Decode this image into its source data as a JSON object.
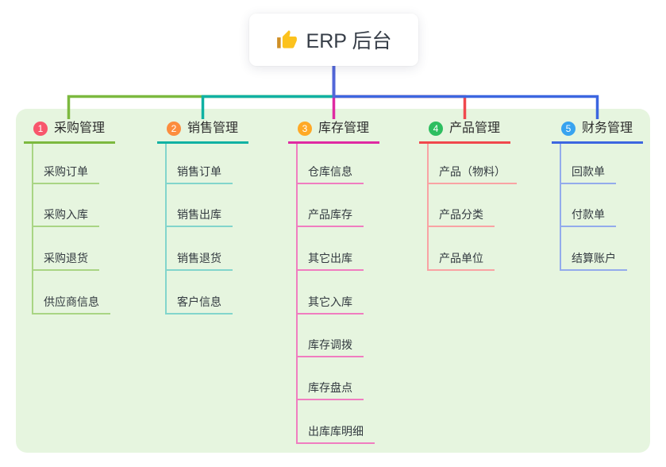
{
  "root": {
    "label": "ERP 后台",
    "icon": "thumbs-up"
  },
  "colors": {
    "canvas": "#FFFFFF",
    "panel": "#E6F5DF",
    "root_connector": "#5267D9"
  },
  "branches": [
    {
      "index": "1",
      "label": "采购管理",
      "badge_color": "#F8566C",
      "line_color": "#7CB93F",
      "child_line_color": "#A9D584",
      "children": [
        "采购订单",
        "采购入库",
        "采购退货",
        "供应商信息"
      ]
    },
    {
      "index": "2",
      "label": "销售管理",
      "badge_color": "#FC8D3E",
      "line_color": "#10B1A3",
      "child_line_color": "#82D5CC",
      "children": [
        "销售订单",
        "销售出库",
        "销售退货",
        "客户信息"
      ]
    },
    {
      "index": "3",
      "label": "库存管理",
      "badge_color": "#FFA926",
      "line_color": "#DF2AA2",
      "child_line_color": "#F07DC0",
      "children": [
        "仓库信息",
        "产品库存",
        "其它出库",
        "其它入库",
        "库存调拨",
        "库存盘点",
        "出库库明细"
      ]
    },
    {
      "index": "4",
      "label": "产品管理",
      "badge_color": "#2EBE60",
      "line_color": "#F0484D",
      "child_line_color": "#F9A3A4",
      "children": [
        "产品（物料）",
        "产品分类",
        "产品单位"
      ]
    },
    {
      "index": "5",
      "label": "财务管理",
      "badge_color": "#38A3F0",
      "line_color": "#3C66E0",
      "child_line_color": "#93ABEC",
      "children": [
        "回款单",
        "付款单",
        "结算账户"
      ]
    }
  ]
}
